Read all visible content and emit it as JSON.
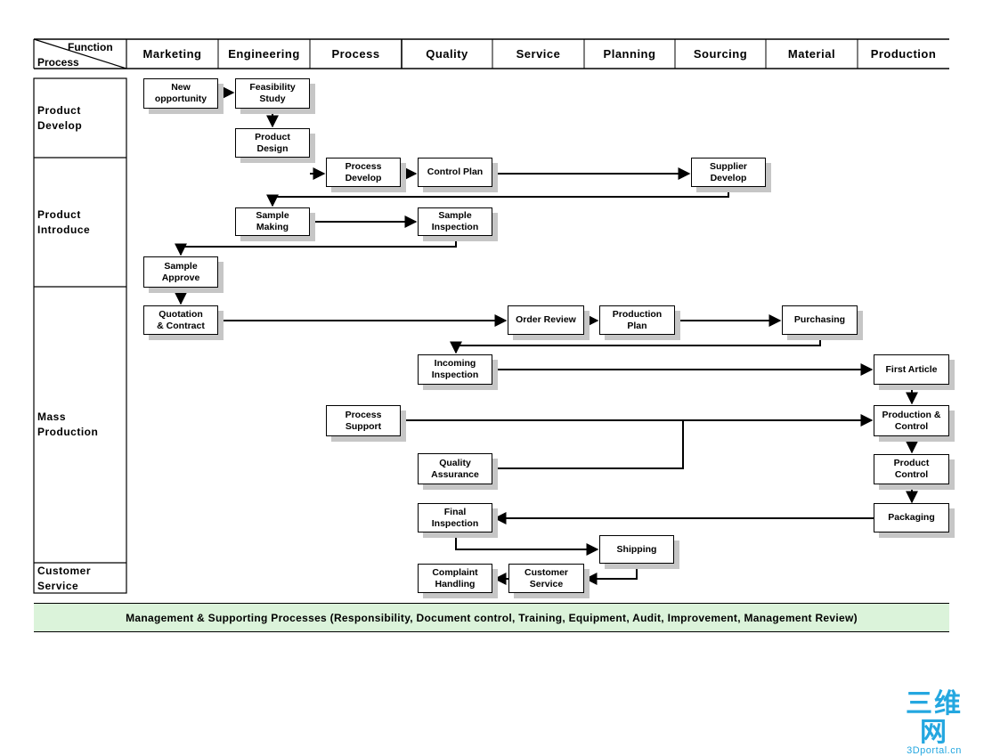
{
  "header": {
    "corner_function": "Function",
    "corner_process": "Process",
    "functions": [
      "Marketing",
      "Engineering",
      "Process",
      "Quality",
      "Service",
      "Planning",
      "Sourcing",
      "Material",
      "Production"
    ]
  },
  "phases": [
    "Product\nDevelop",
    "Product\nIntroduce",
    "Mass\nProduction",
    "Customer\nService"
  ],
  "steps": {
    "new_opportunity": "New\nopportunity",
    "feasibility_study": "Feasibility\nStudy",
    "product_design": "Product\nDesign",
    "process_develop": "Process\nDevelop",
    "control_plan": "Control Plan",
    "supplier_develop": "Supplier\nDevelop",
    "sample_making": "Sample\nMaking",
    "sample_inspection": "Sample\nInspection",
    "sample_approve": "Sample\nApprove",
    "quotation_contract": "Quotation\n& Contract",
    "order_review": "Order Review",
    "production_plan": "Production\nPlan",
    "purchasing": "Purchasing",
    "incoming_inspection": "Incoming\nInspection",
    "first_article": "First Article",
    "process_support": "Process\nSupport",
    "production_control": "Production &\nControl",
    "quality_assurance": "Quality\nAssurance",
    "product_control": "Product\nControl",
    "final_inspection": "Final\nInspection",
    "packaging": "Packaging",
    "shipping": "Shipping",
    "complaint_handling": "Complaint\nHandling",
    "customer_service": "Customer\nService"
  },
  "footer": "Management & Supporting Processes (Responsibility, Document control, Training, Equipment, Audit, Improvement, Management Review)",
  "logo": {
    "mark": "三维网",
    "text": "3Dportal.cn",
    "color": "#24a7e0"
  },
  "colors": {
    "footer_bg": "#dbf3da",
    "shadow": "#c6c6c6"
  }
}
